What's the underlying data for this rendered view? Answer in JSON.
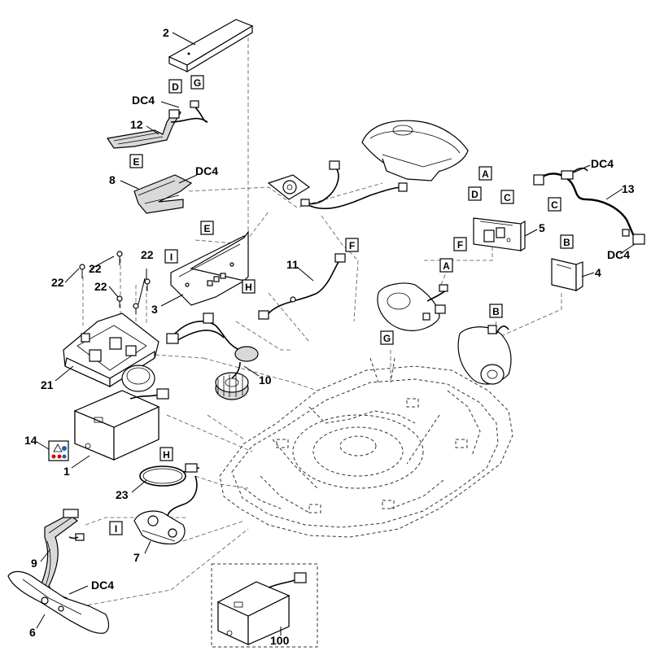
{
  "part_numbers": {
    "p1": "1",
    "p2": "2",
    "p3": "3",
    "p4": "4",
    "p5": "5",
    "p6": "6",
    "p7": "7",
    "p8": "8",
    "p9": "9",
    "p10": "10",
    "p11": "11",
    "p12": "12",
    "p13": "13",
    "p14": "14",
    "p21": "21",
    "p22a": "22",
    "p22b": "22",
    "p22c": "22",
    "p22d": "22",
    "p23": "23",
    "p100": "100"
  },
  "connector_labels": {
    "dc4_top": "DC4",
    "dc4_8": "DC4",
    "dc4_13a": "DC4",
    "dc4_13b": "DC4",
    "dc4_9": "DC4"
  },
  "boxed_letters": {
    "D_top": "D",
    "G_top": "G",
    "E_12": "E",
    "E_3": "E",
    "I_3": "I",
    "H_3": "H",
    "F_11": "F",
    "A_5": "A",
    "D_5": "D",
    "C_5": "C",
    "F_5": "F",
    "B_4": "B",
    "C_13": "C",
    "A_motor": "A",
    "B_motor": "B",
    "G_chassis": "G",
    "H_23": "H",
    "I_9": "I"
  }
}
